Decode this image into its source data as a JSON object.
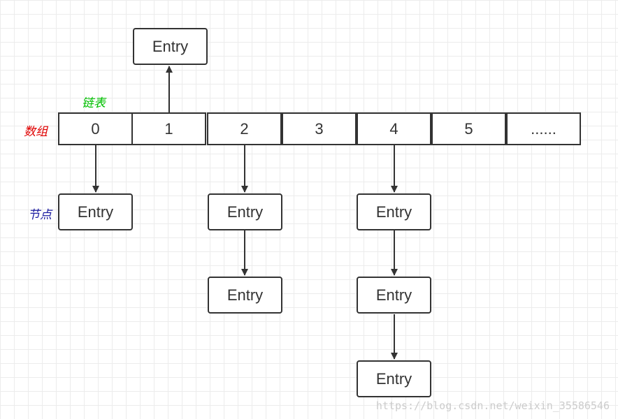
{
  "labels": {
    "linked_list": "链表",
    "array": "数组",
    "node": "节点"
  },
  "array_cells": [
    "0",
    "1",
    "2",
    "3",
    "4",
    "5",
    "......"
  ],
  "entry_label": "Entry",
  "watermark": "https://blog.csdn.net/weixin_35586546",
  "colors": {
    "linked_list_label": "#00c000",
    "array_label": "#e00000",
    "node_label": "#1a1aa0",
    "stroke": "#333333"
  }
}
